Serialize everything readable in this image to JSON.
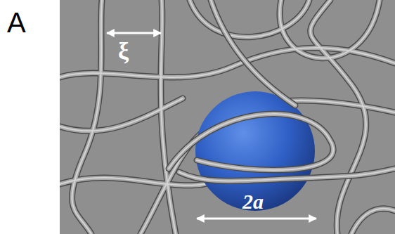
{
  "diagram": {
    "labels": [
      "A",
      "ξ",
      "2a"
    ]
  }
}
